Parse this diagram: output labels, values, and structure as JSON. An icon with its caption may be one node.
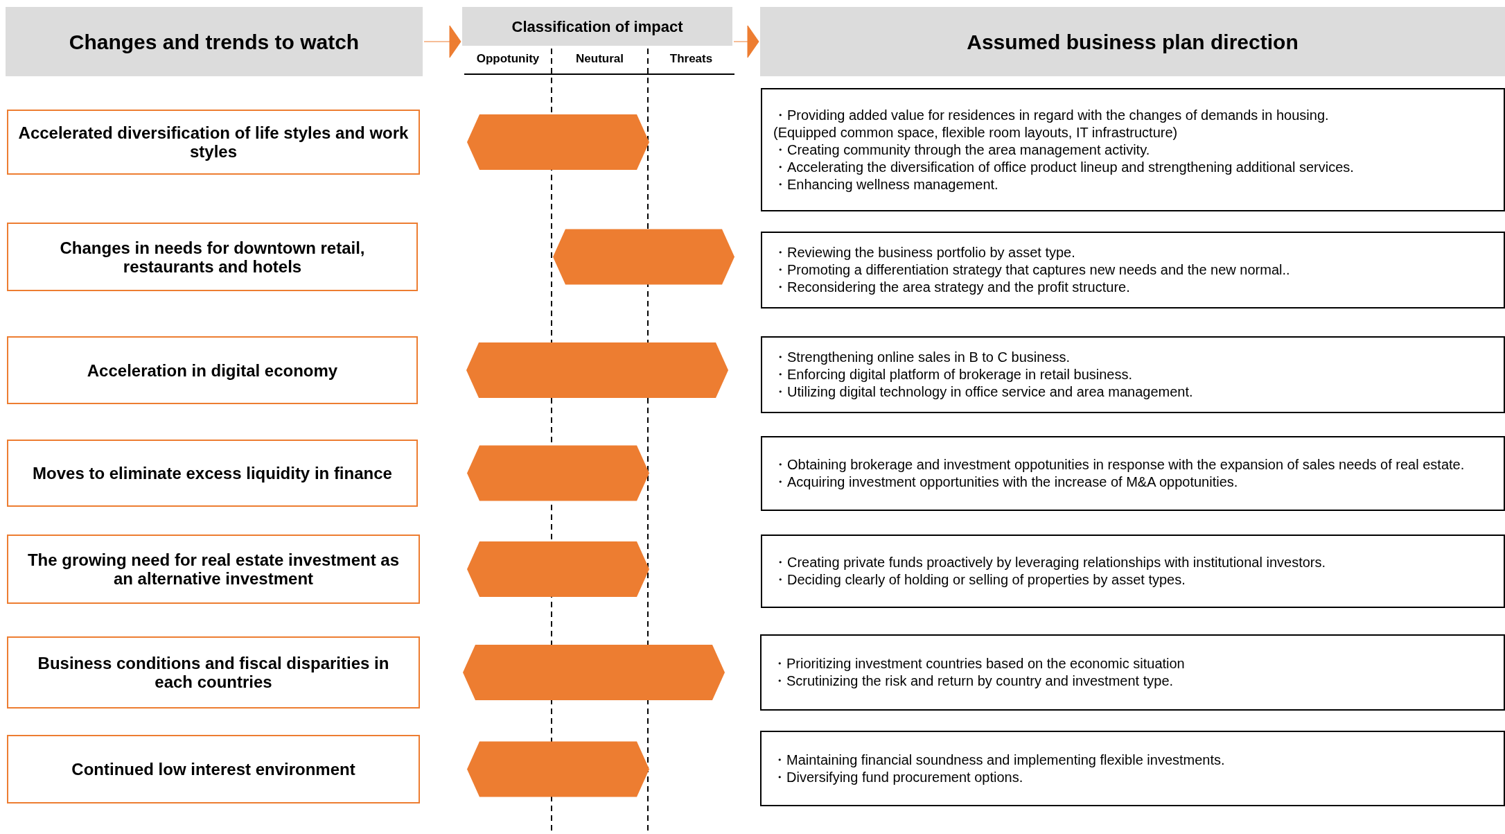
{
  "diagram": {
    "nodes": [
      {
        "text": [
          "Changes and trends to watch"
        ]
      },
      {
        "text": [
          "Classification of impact"
        ]
      },
      {
        "text": [
          "Assumed business plan direction"
        ]
      },
      {
        "text": [
          "Accelerated diversification of life styles and work styles"
        ]
      },
      {
        "text": [
          "Changes in needs for downtown retail, restaurants and hotels"
        ]
      },
      {
        "text": [
          "Acceleration in digital economy"
        ]
      },
      {
        "text": [
          "Moves to eliminate excess liquidity in finance"
        ]
      },
      {
        "text": [
          "The growing need for real estate investment as an alternative investment"
        ]
      },
      {
        "text": [
          "Business conditions and fiscal disparities in each countries"
        ]
      },
      {
        "text": [
          "Continued low interest environment"
        ]
      },
      {
        "text": [
          "・Providing added value for residences in regard with the changes of demands in housing.",
          "(Equipped common space, flexible room layouts, IT infrastructure)",
          "・Creating community through the area management activity.",
          "・Accelerating the diversification of office product lineup and strengthening additional services.",
          "・Enhancing wellness management."
        ]
      },
      {
        "text": [
          "・Reviewing the business portfolio by asset type.",
          "・Promoting a differentiation strategy that captures new needs and the new normal..",
          "・Reconsidering the area strategy and the profit structure."
        ]
      },
      {
        "text": [
          "・Strengthening online sales in B to C business.",
          "・Enforcing digital platform of brokerage in retail business.",
          "・Utilizing digital technology in office service and area management."
        ]
      },
      {
        "text": [
          "・Obtaining brokerage and investment oppotunities in response with the expansion of sales needs of real estate.",
          "・Acquiring investment opportunities with the increase of M&A oppotunities."
        ]
      },
      {
        "text": [
          "・Creating private funds proactively by leveraging relationships with institutional investors.",
          "・Deciding clearly of holding or selling of properties by asset types."
        ]
      },
      {
        "text": [
          "・Prioritizing investment countries based on the economic situation",
          "・Scrutinizing the risk and return by country and investment type."
        ]
      },
      {
        "text": [
          "・Maintaining financial soundness and implementing flexible investments.",
          "・Diversifying fund procurement options."
        ]
      },
      {
        "text": [],
        "shape": "hexagon"
      },
      {
        "text": [],
        "shape": "hexagon"
      },
      {
        "text": [],
        "shape": "hexagon"
      },
      {
        "text": [],
        "shape": "hexagon"
      },
      {
        "text": [],
        "shape": "hexagon"
      },
      {
        "text": [],
        "shape": "hexagon"
      },
      {
        "text": [],
        "shape": "hexagon"
      }
    ],
    "edges": [
      {
        "from": 0,
        "to": 1,
        "arrow": "to"
      },
      {
        "from": 1,
        "to": 2,
        "arrow": "to"
      }
    ],
    "labels": [
      "Oppotunity",
      "Neutural",
      "Threats"
    ]
  }
}
